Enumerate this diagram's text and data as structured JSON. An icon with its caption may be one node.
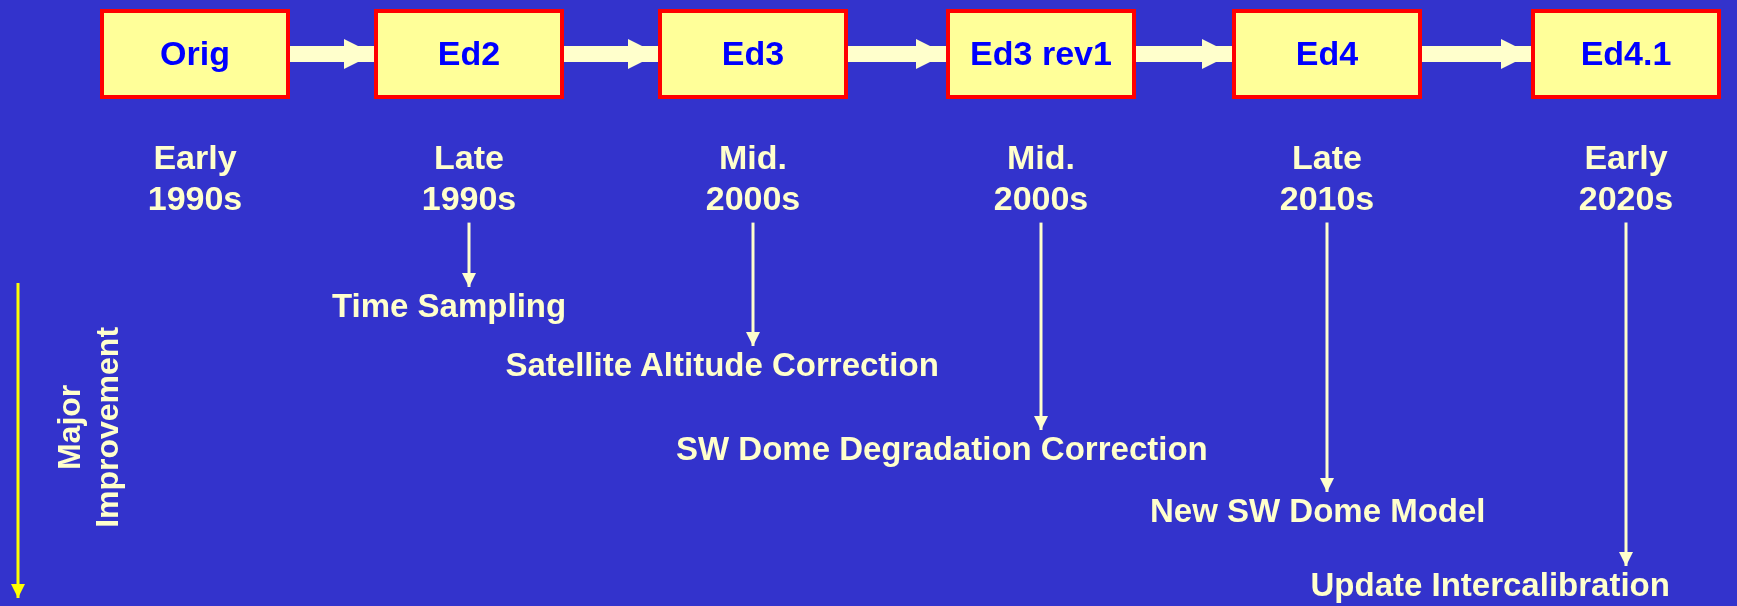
{
  "diagram": {
    "nodes": [
      {
        "text": [
          "Orig"
        ],
        "beside": [
          "Early 1990s"
        ]
      },
      {
        "text": [
          "Ed2"
        ],
        "beside": [
          "Late 1990s"
        ]
      },
      {
        "text": [
          "Ed3"
        ],
        "beside": [
          "Mid. 2000s"
        ]
      },
      {
        "text": [
          "Ed3 rev1"
        ],
        "beside": [
          "Mid. 2000s"
        ]
      },
      {
        "text": [
          "Ed4"
        ],
        "beside": [
          "Late 2010s"
        ]
      },
      {
        "text": [
          "Ed4.1"
        ],
        "beside": [
          "Early 2020s"
        ]
      },
      {
        "text": [
          "Time Sampling"
        ]
      },
      {
        "text": [
          "Satellite Altitude Correction"
        ]
      },
      {
        "text": [
          "SW Dome Degradation Correction"
        ]
      },
      {
        "text": [
          "New SW Dome Model"
        ]
      },
      {
        "text": [
          "Update Intercalibration"
        ]
      }
    ],
    "edges": [
      {
        "from": 0,
        "to": 1,
        "arrow": "to",
        "style": "thick"
      },
      {
        "from": 1,
        "to": 2,
        "arrow": "to",
        "style": "thick"
      },
      {
        "from": 2,
        "to": 3,
        "arrow": "to",
        "style": "thick"
      },
      {
        "from": 3,
        "to": 4,
        "arrow": "to",
        "style": "thick"
      },
      {
        "from": 4,
        "to": 5,
        "arrow": "to",
        "style": "thick"
      },
      {
        "from": 1,
        "to": 6,
        "arrow": "to"
      },
      {
        "from": 2,
        "to": 7,
        "arrow": "to"
      },
      {
        "from": 3,
        "to": 8,
        "arrow": "to"
      },
      {
        "from": 4,
        "to": 9,
        "arrow": "to"
      },
      {
        "from": 5,
        "to": 10,
        "arrow": "to"
      }
    ],
    "labels": [
      "Major Improvement"
    ]
  }
}
